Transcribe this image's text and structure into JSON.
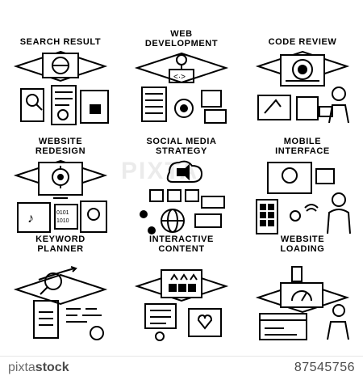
{
  "icons": [
    {
      "title": "SEARCH RESULT",
      "icon": "search-result-icon"
    },
    {
      "title": "WEB\nDEVELOPMENT",
      "icon": "web-development-icon"
    },
    {
      "title": "CODE REVIEW",
      "icon": "code-review-icon"
    },
    {
      "title": "WEBSITE\nREDESIGN",
      "icon": "website-redesign-icon"
    },
    {
      "title": "SOCIAL MEDIA\nSTRATEGY",
      "icon": "social-media-strategy-icon"
    },
    {
      "title": "MOBILE\nINTERFACE",
      "icon": "mobile-interface-icon"
    },
    {
      "title": "KEYWORD\nPLANNER",
      "icon": "keyword-planner-icon"
    },
    {
      "title": "INTERACTIVE\nCONTENT",
      "icon": "interactive-content-icon"
    },
    {
      "title": "WEBSITE\nLOADING",
      "icon": "website-loading-icon"
    }
  ],
  "footer": {
    "brand_light": "pixta",
    "brand_bold": "stock",
    "image_id": "87545756"
  },
  "watermark": "PIXTA",
  "colors": {
    "ink": "#000000",
    "background": "#ffffff",
    "footer_text": "#4a4a4a"
  }
}
